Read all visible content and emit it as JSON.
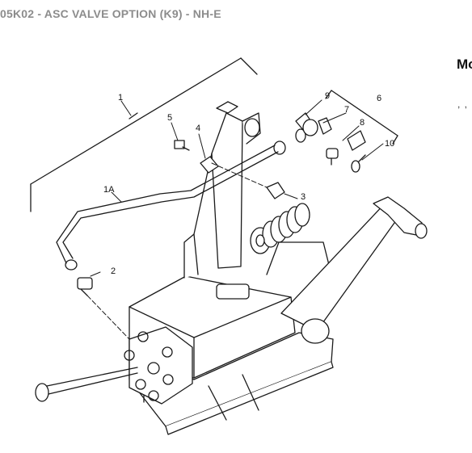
{
  "header": {
    "title": "05K02 - ASC VALVE OPTION (K9) - NH-E"
  },
  "side_panel": {
    "heading": "Mo",
    "dots": ", , ,"
  },
  "callouts": [
    {
      "id": "c1",
      "label": "1"
    },
    {
      "id": "c1a",
      "label": "1A"
    },
    {
      "id": "c2",
      "label": "2"
    },
    {
      "id": "c3",
      "label": "3"
    },
    {
      "id": "c4",
      "label": "4"
    },
    {
      "id": "c5",
      "label": "5"
    },
    {
      "id": "c6",
      "label": "6"
    },
    {
      "id": "c7",
      "label": "7"
    },
    {
      "id": "c8",
      "label": "8"
    },
    {
      "id": "c9",
      "label": "9"
    },
    {
      "id": "c10",
      "label": "10"
    }
  ]
}
